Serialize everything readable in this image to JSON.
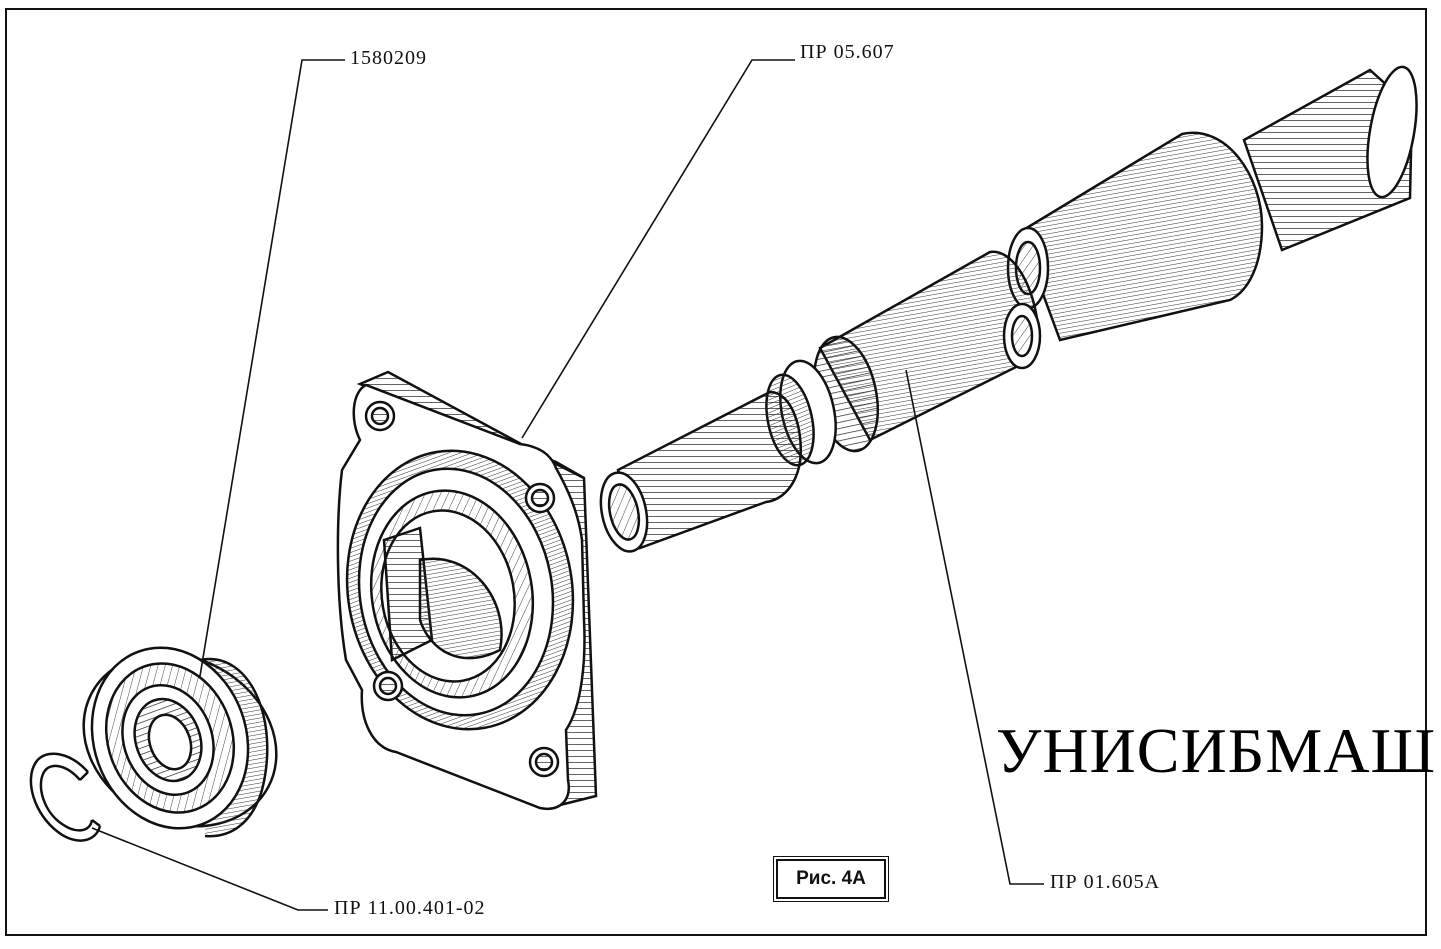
{
  "diagram": {
    "labels": {
      "bearing": "1580209",
      "flange": "ПР 05.607",
      "snap_ring": "ПР 11.00.401-02",
      "shaft": "ПР 01.605А"
    },
    "figure_caption": "Рис. 4А",
    "watermark": "УНИСИБМАШ"
  }
}
